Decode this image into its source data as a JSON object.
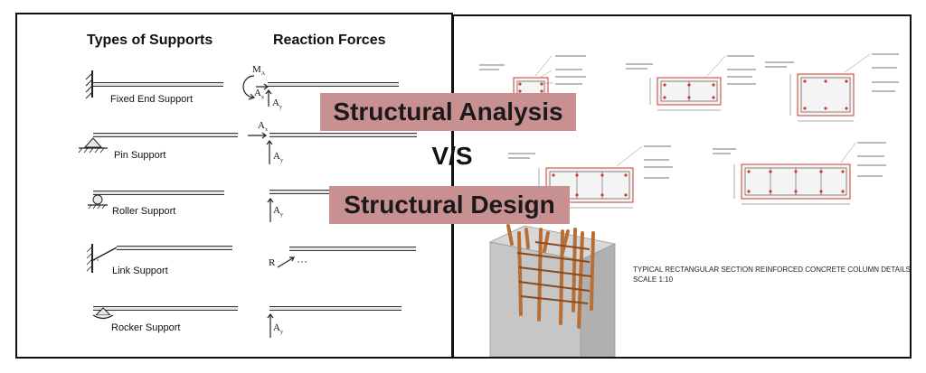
{
  "left_panel": {
    "supports_heading": "Types of Supports",
    "reactions_heading": "Reaction Forces",
    "supports": [
      {
        "label": "Fixed End Support"
      },
      {
        "label": "Pin Support"
      },
      {
        "label": "Roller Support"
      },
      {
        "label": "Link Support"
      },
      {
        "label": "Rocker Support"
      }
    ],
    "force_labels": {
      "moment": "M",
      "moment_sub": "A",
      "ax": "A",
      "ax_sub": "x",
      "ay": "A",
      "ay_sub": "y",
      "r": "R"
    }
  },
  "overlay": {
    "analysis": "Structural Analysis",
    "vs": "V/S",
    "design": "Structural Design"
  },
  "right_panel": {
    "drawing_title": "TYPICAL RECTANGULAR SECTION REINFORCED CONCRETE COLUMN DETAILS",
    "drawing_scale": "SCALE 1:10"
  },
  "colors": {
    "title_box": "#c99092",
    "rebar": "#b86f36",
    "concrete": "#c8c8c8",
    "section_annotation": "#d23a2a"
  }
}
